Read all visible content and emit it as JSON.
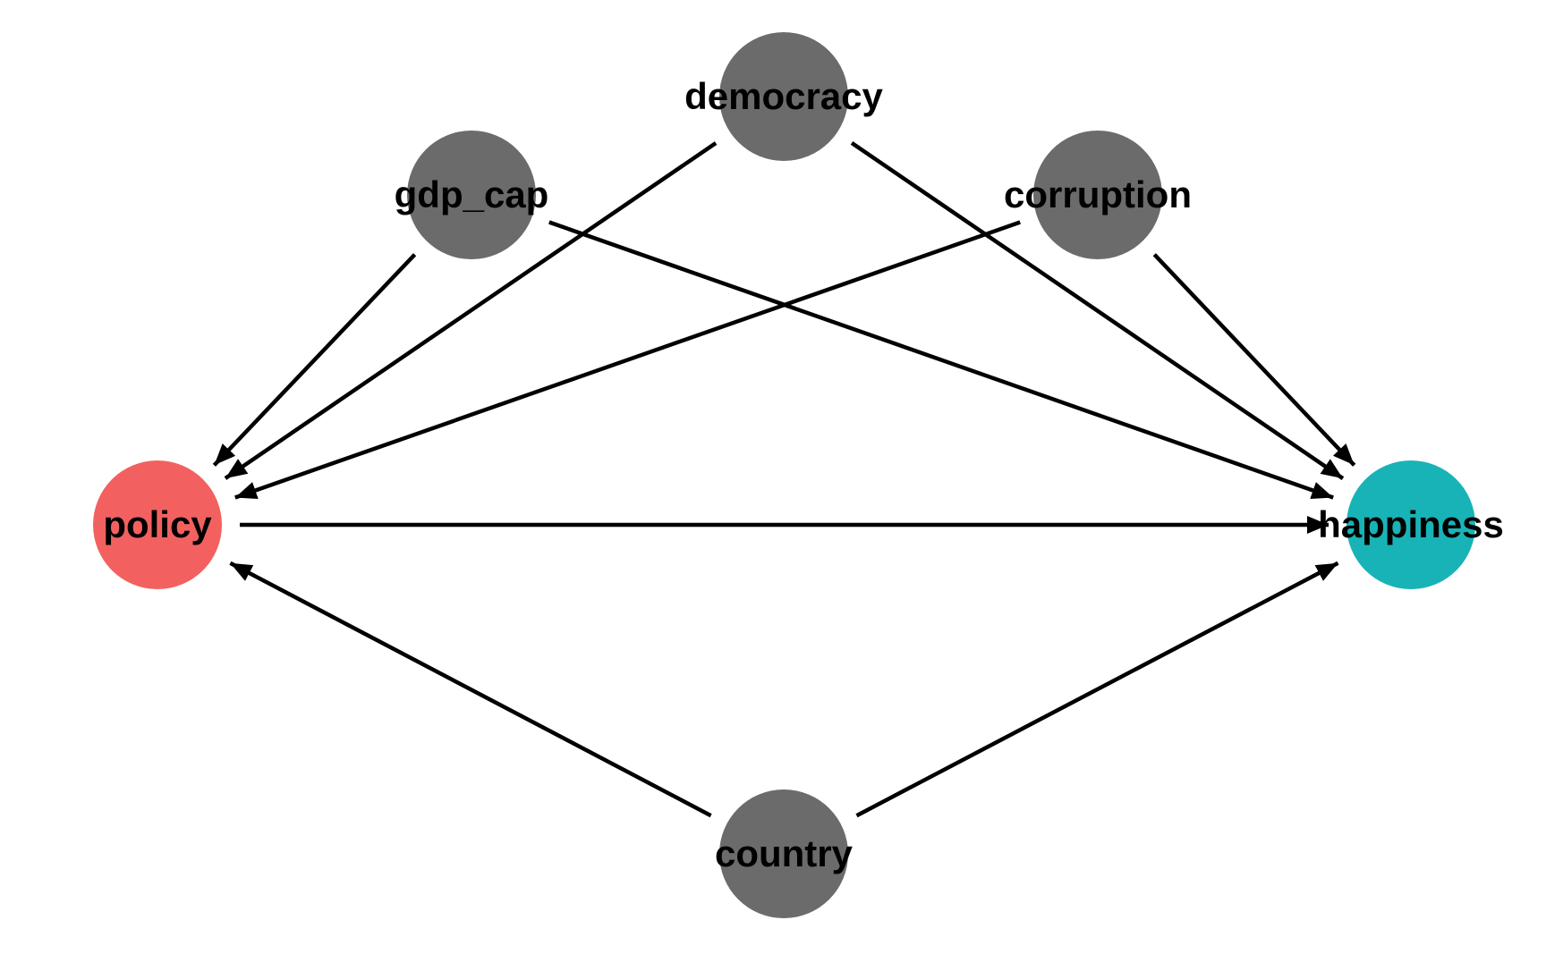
{
  "diagram": {
    "nodes": [
      {
        "id": "democracy",
        "label": "democracy",
        "color": "#6b6b6b"
      },
      {
        "id": "gdp_cap",
        "label": "gdp_cap",
        "color": "#6b6b6b"
      },
      {
        "id": "corruption",
        "label": "corruption",
        "color": "#6b6b6b"
      },
      {
        "id": "policy",
        "label": "policy",
        "color": "#f2615f"
      },
      {
        "id": "happiness",
        "label": "happiness",
        "color": "#18b3b7"
      },
      {
        "id": "country",
        "label": "country",
        "color": "#6b6b6b"
      }
    ],
    "edges": [
      {
        "from": "gdp_cap",
        "to": "policy"
      },
      {
        "from": "gdp_cap",
        "to": "happiness"
      },
      {
        "from": "democracy",
        "to": "policy"
      },
      {
        "from": "democracy",
        "to": "happiness"
      },
      {
        "from": "corruption",
        "to": "policy"
      },
      {
        "from": "corruption",
        "to": "happiness"
      },
      {
        "from": "policy",
        "to": "happiness"
      },
      {
        "from": "country",
        "to": "policy"
      },
      {
        "from": "country",
        "to": "happiness"
      }
    ]
  }
}
